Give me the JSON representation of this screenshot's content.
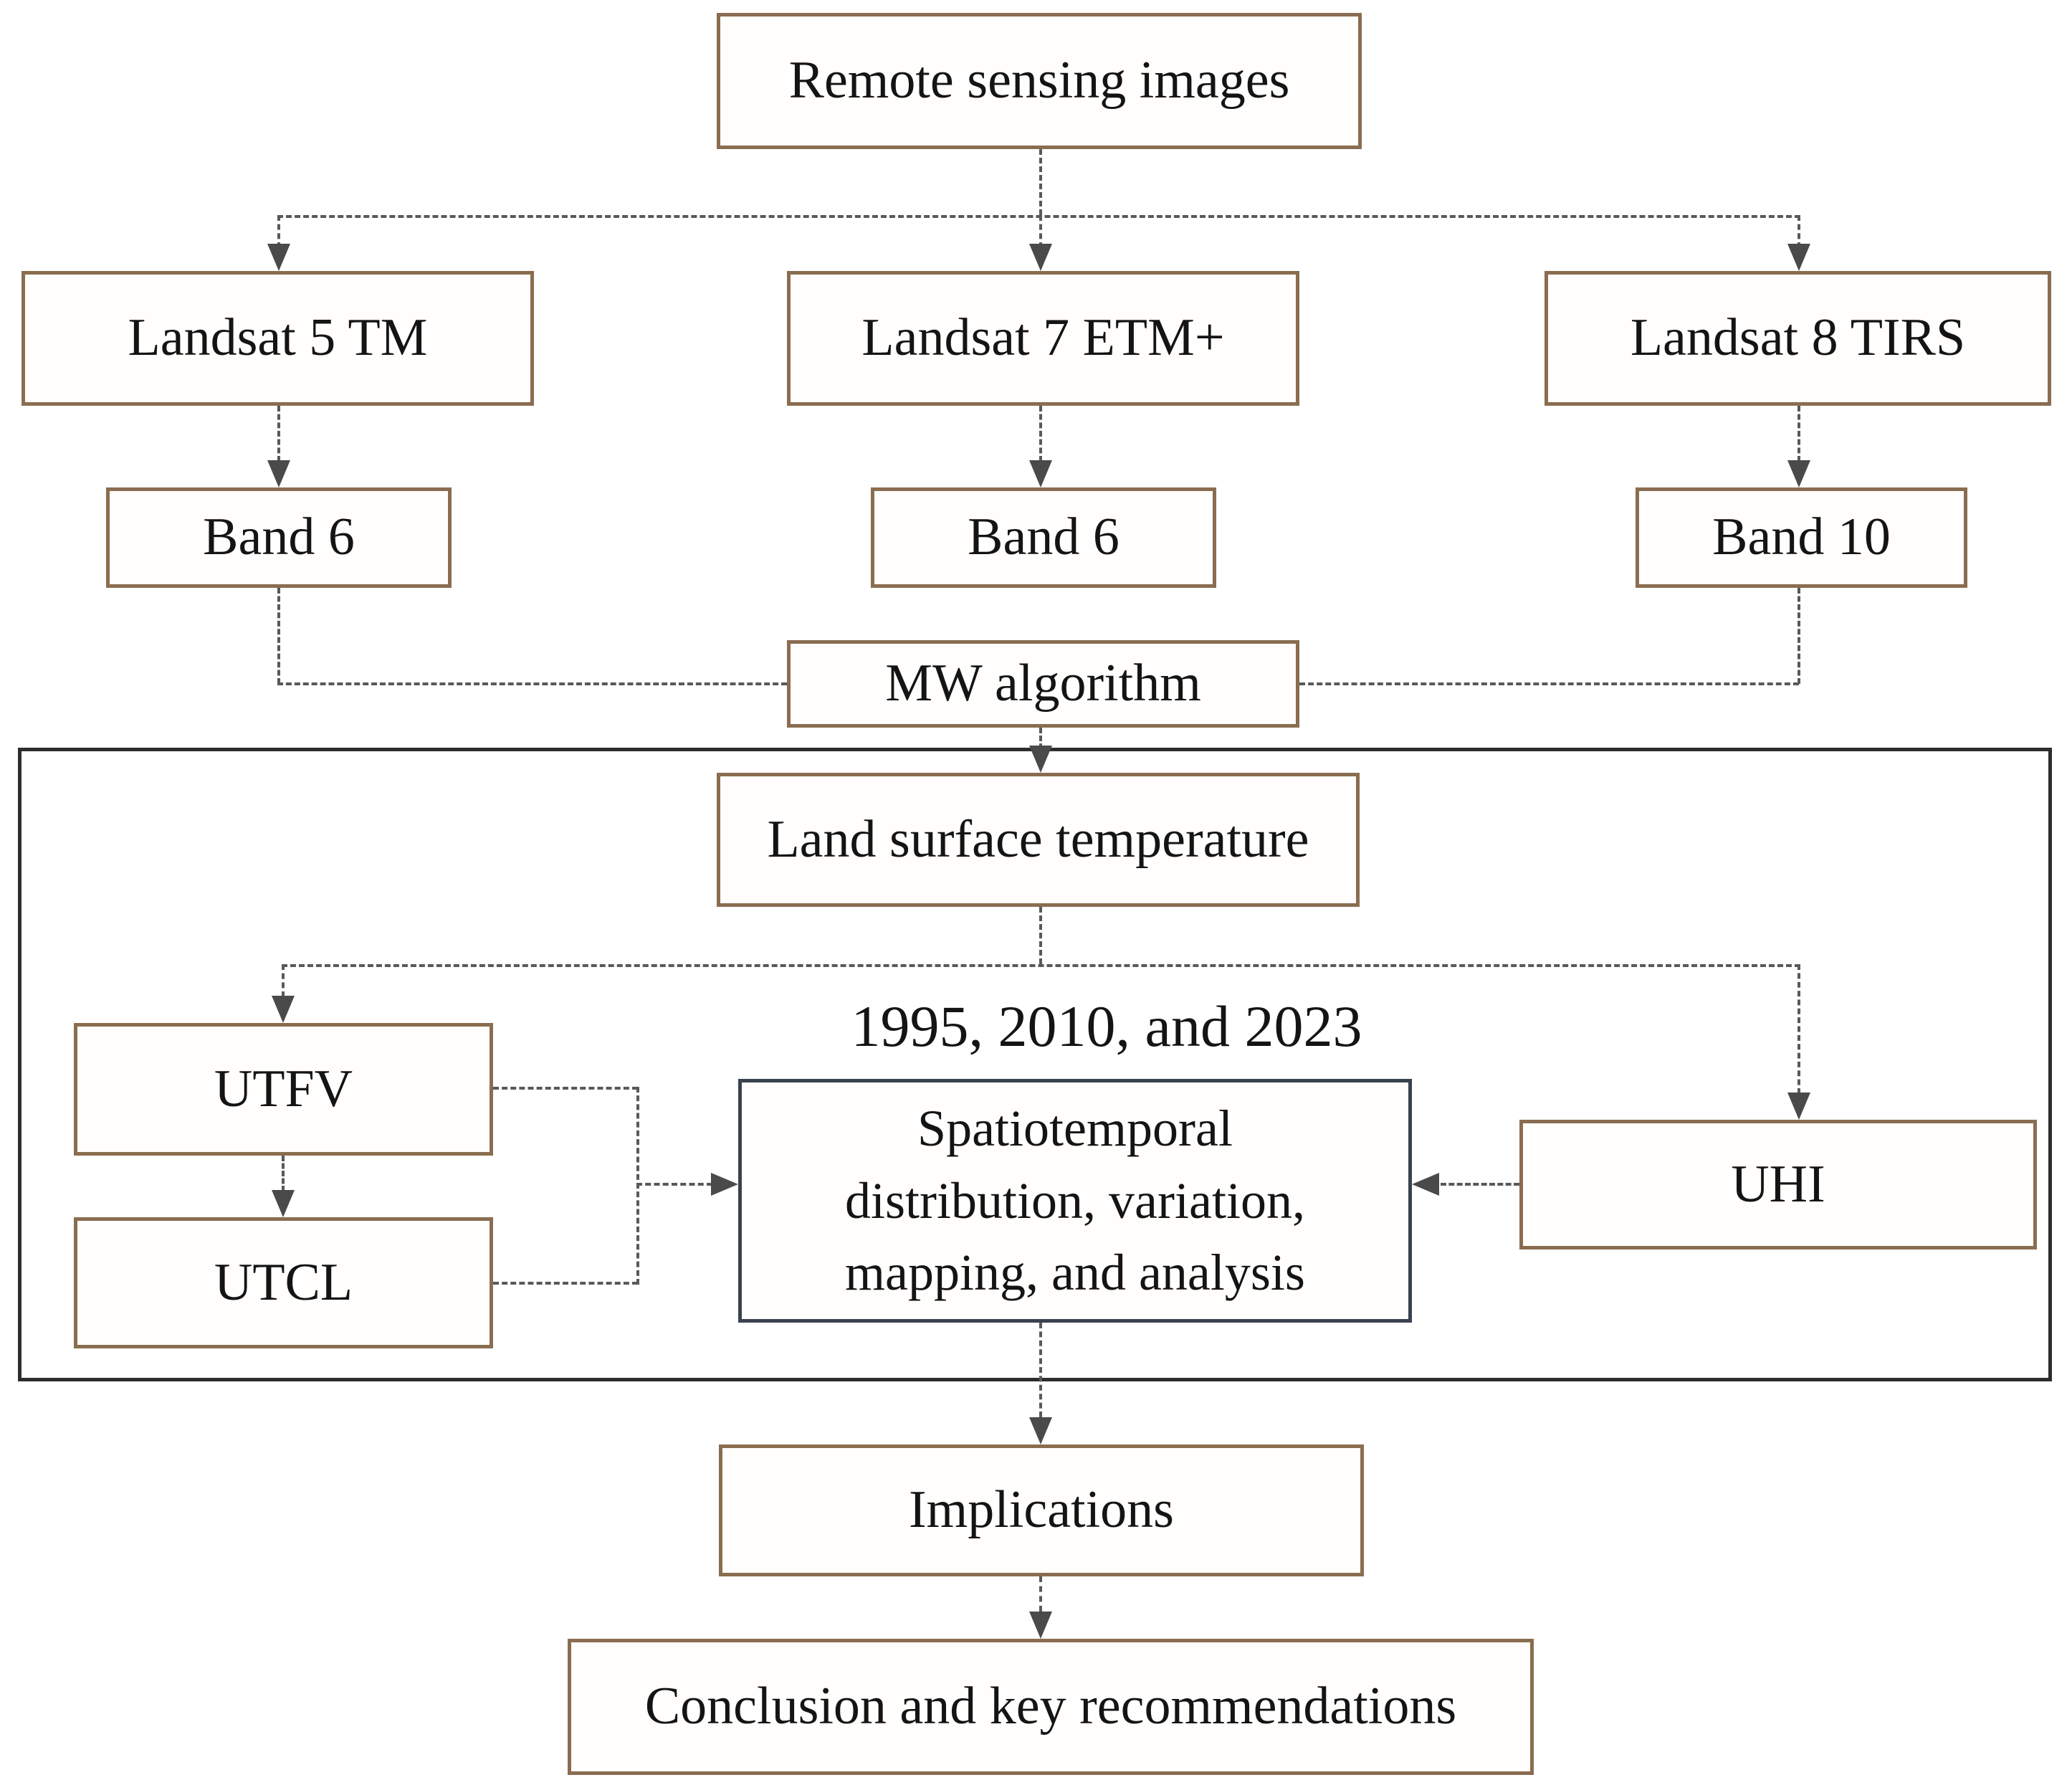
{
  "colors": {
    "background": "#ffffff",
    "box-border": "#8a6d50",
    "box-fill": "#fffefc",
    "frame-border": "#2d2d2d",
    "central-border": "#39424e",
    "connector": "#595959",
    "arrow": "#4a4a4a",
    "text": "#141414"
  },
  "nodes": {
    "remote_sensing": "Remote sensing images",
    "landsat5": "Landsat 5 TM",
    "landsat7": "Landsat 7 ETM+",
    "landsat8": "Landsat 8 TIRS",
    "band6_tm": "Band 6",
    "band6_etm": "Band 6",
    "band10": "Band 10",
    "mw_algorithm": "MW algorithm",
    "lst": "Land surface temperature",
    "years_note": "1995, 2010, and 2023",
    "utfv": "UTFV",
    "utcl": "UTCL",
    "central_line1": "Spatiotemporal",
    "central_line2": "distribution, variation,",
    "central_line3": "mapping, and analysis",
    "uhi": "UHI",
    "implications": "Implications",
    "conclusion": "Conclusion and key recommendations"
  },
  "edges": [
    {
      "from": "Remote sensing images",
      "to": "Landsat 5 TM",
      "style": "dashed-arrow"
    },
    {
      "from": "Remote sensing images",
      "to": "Landsat 7 ETM+",
      "style": "dashed-arrow"
    },
    {
      "from": "Remote sensing images",
      "to": "Landsat 8 TIRS",
      "style": "dashed-arrow"
    },
    {
      "from": "Landsat 5 TM",
      "to": "Band 6",
      "style": "dashed-arrow"
    },
    {
      "from": "Landsat 7 ETM+",
      "to": "Band 6",
      "style": "dashed-arrow"
    },
    {
      "from": "Landsat 8 TIRS",
      "to": "Band 10",
      "style": "dashed-arrow"
    },
    {
      "from": "Band 6 (TM)",
      "to": "MW algorithm",
      "style": "dashed"
    },
    {
      "from": "Band 6 (ETM+)",
      "to": "MW algorithm",
      "style": "dashed"
    },
    {
      "from": "Band 10",
      "to": "MW algorithm",
      "style": "dashed"
    },
    {
      "from": "MW algorithm",
      "to": "Land surface temperature",
      "style": "dashed-arrow"
    },
    {
      "from": "Land surface temperature",
      "to": "UTFV",
      "style": "dashed-arrow"
    },
    {
      "from": "Land surface temperature",
      "to": "UHI",
      "style": "dashed-arrow"
    },
    {
      "from": "UTFV",
      "to": "UTCL",
      "style": "dashed-arrow"
    },
    {
      "from": "UTFV",
      "to": "Spatiotemporal distribution, variation, mapping, and analysis",
      "style": "dashed-arrow"
    },
    {
      "from": "UTCL",
      "to": "Spatiotemporal distribution, variation, mapping, and analysis",
      "style": "dashed-arrow"
    },
    {
      "from": "UHI",
      "to": "Spatiotemporal distribution, variation, mapping, and analysis",
      "style": "dashed-arrow"
    },
    {
      "from": "Spatiotemporal distribution, variation, mapping, and analysis",
      "to": "Implications",
      "style": "dashed-arrow"
    },
    {
      "from": "Implications",
      "to": "Conclusion and key recommendations",
      "style": "dashed-arrow"
    }
  ]
}
